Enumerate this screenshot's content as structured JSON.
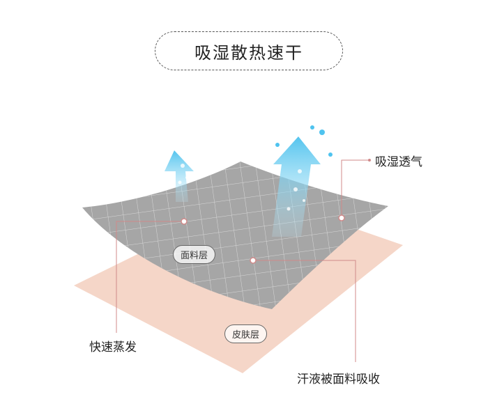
{
  "title": "吸湿散热速干",
  "labels": {
    "breathable": "吸湿透气",
    "fast_dry": "快速蒸发",
    "absorb": "汗液被面料吸收"
  },
  "layers": {
    "fabric": "面料层",
    "skin": "皮肤层"
  },
  "colors": {
    "fabric": "#a8a8a8",
    "skin": "#f5d6c8",
    "arrow": "#7fd4f0",
    "pointer": "#d08a8a"
  }
}
